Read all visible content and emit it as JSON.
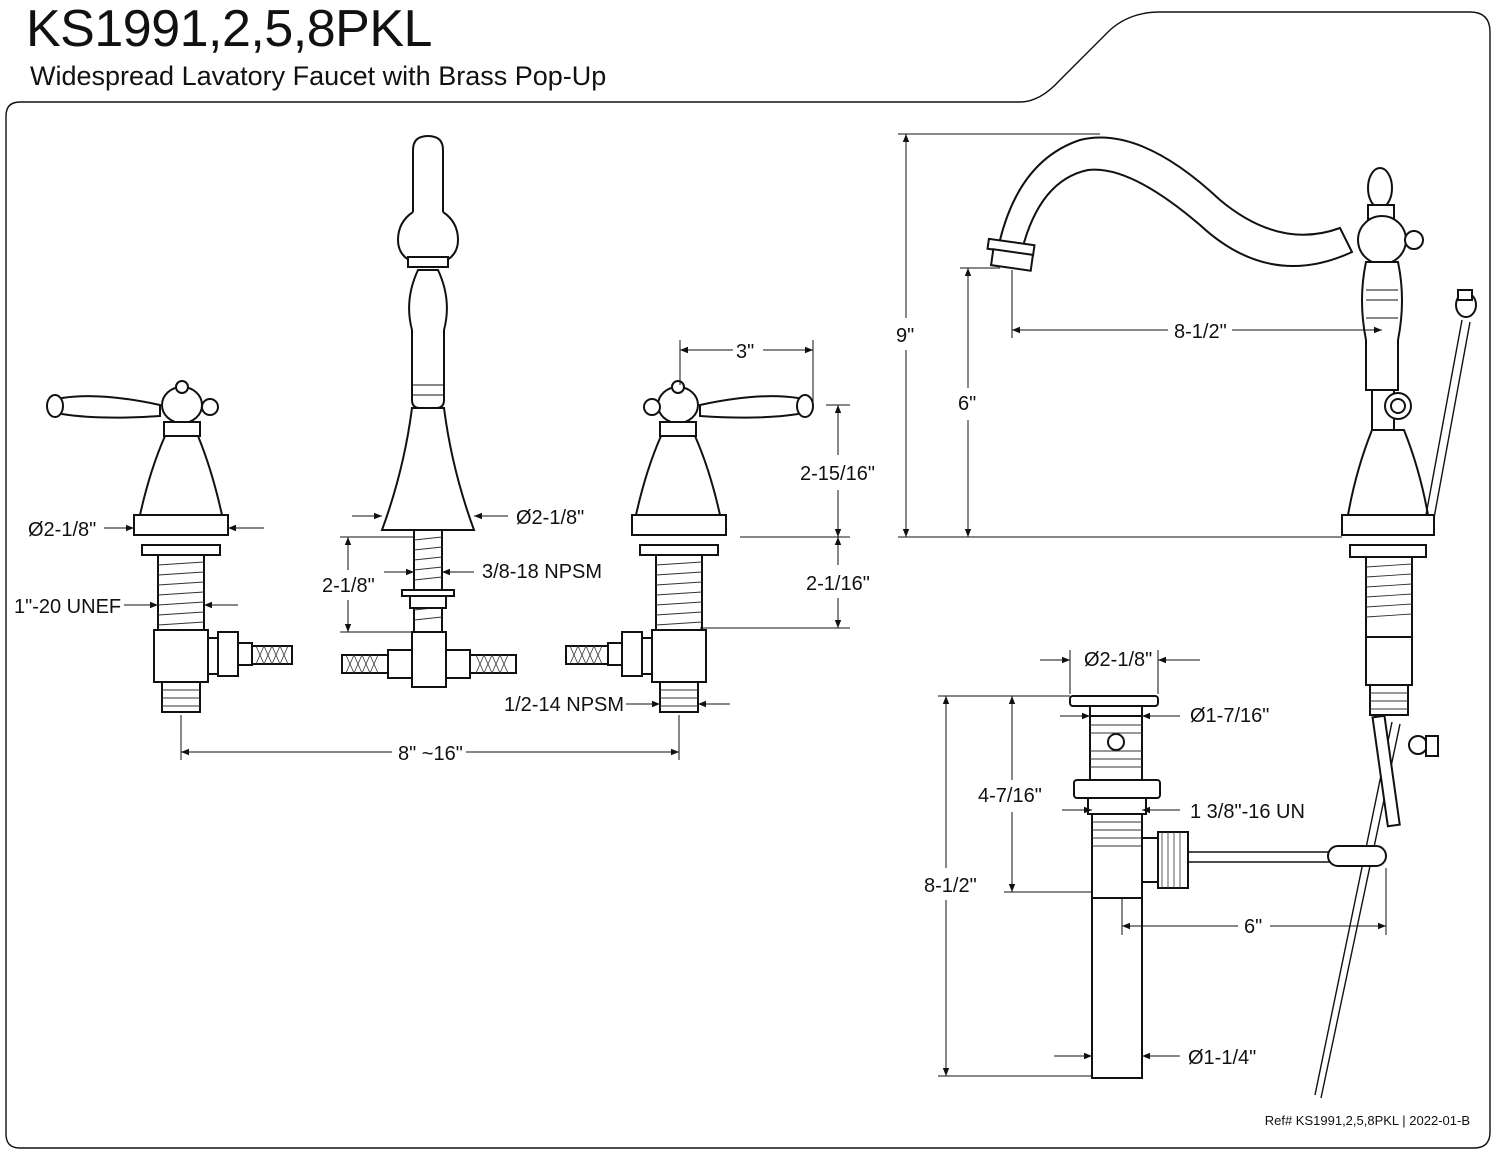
{
  "header": {
    "title": "KS1991,2,5,8PKL",
    "subtitle": "Widespread Lavatory Faucet with Brass Pop-Up"
  },
  "dimensions": {
    "handle_width": "3\"",
    "handle_height": "2-15/16\"",
    "shank_length_right": "2-1/16\"",
    "handle_base_dia": "Ø2-1/8\"",
    "spout_base_dia": "Ø2-1/8\"",
    "spout_shank_length": "2-1/8\"",
    "spout_thread": "3/8-18 NPSM",
    "handle_thread": "1\"-20 UNEF",
    "supply_thread": "1/2-14 NPSM",
    "center_spread": "8\" ~16\"",
    "total_height": "9\"",
    "spout_height": "6\"",
    "spout_reach": "8-1/2\"",
    "drain_flange_dia": "Ø2-1/8\"",
    "drain_body_dia": "Ø1-7/16\"",
    "drain_thread": "1 3/8\"-16 UN",
    "drain_upper_length": "4-7/16\"",
    "drain_total_length": "8-1/2\"",
    "pivot_rod_length": "6\"",
    "tailpiece_dia": "Ø1-1/4\""
  },
  "footer": {
    "reference": "Ref# KS1991,2,5,8PKL | 2022-01-B"
  }
}
